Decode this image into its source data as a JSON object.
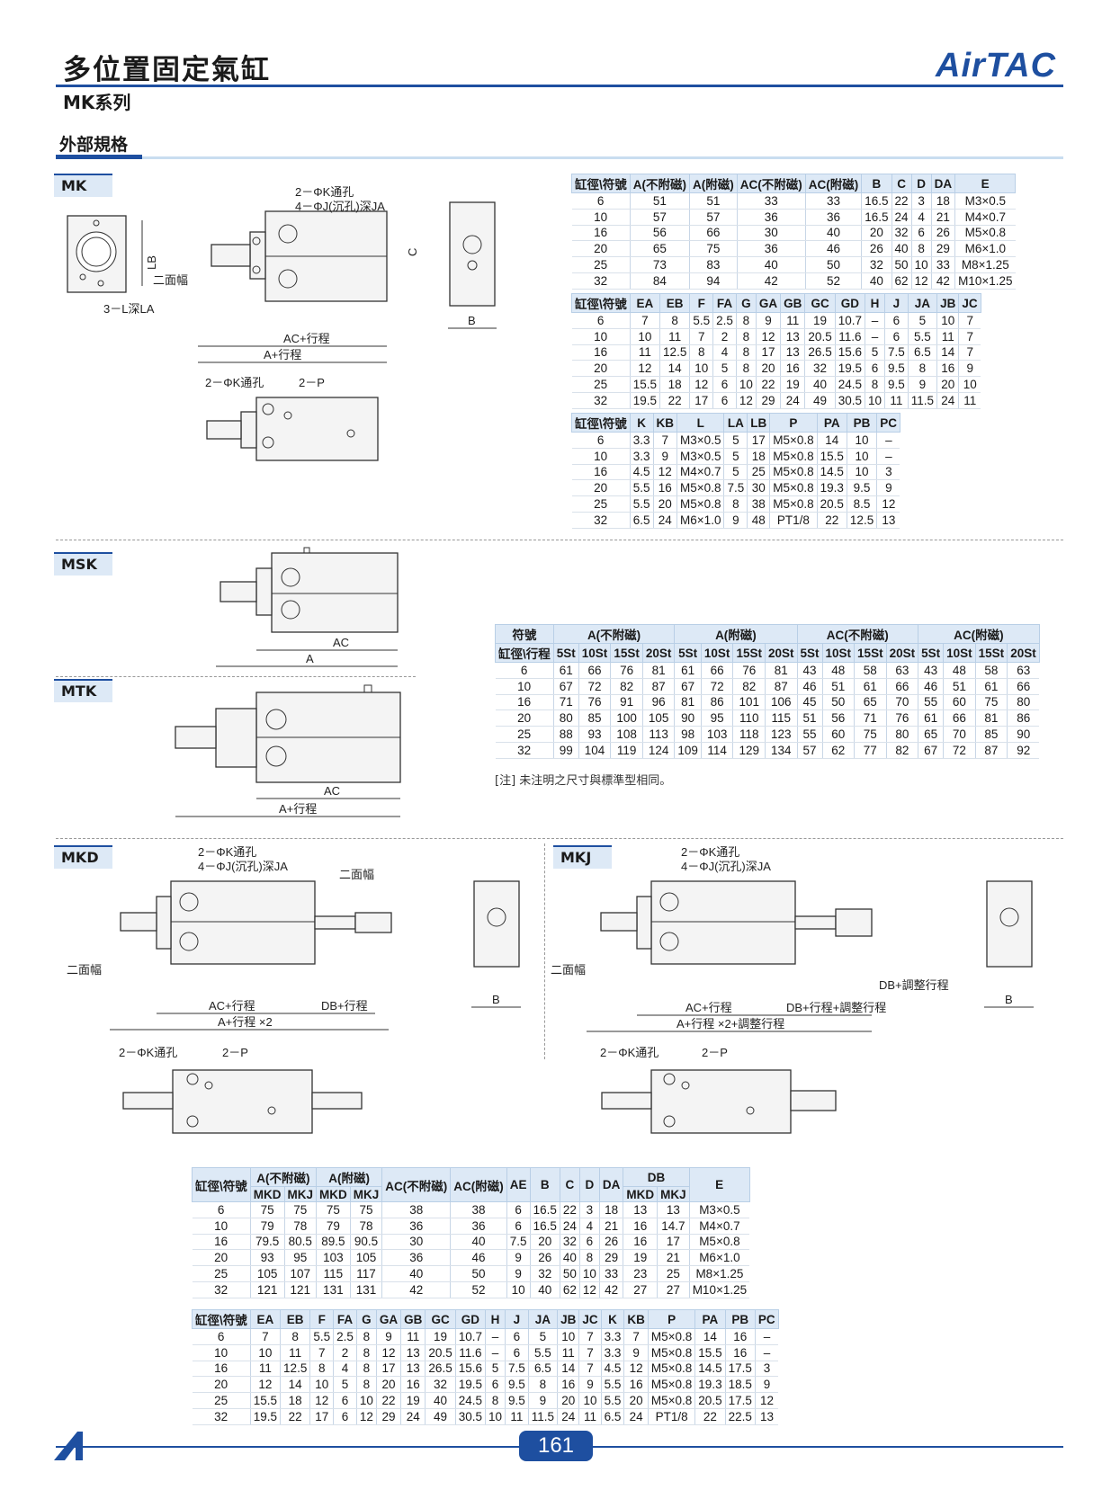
{
  "header": {
    "title": "多位置固定氣缸",
    "subtitle": "MK系列",
    "logo": "AirTAC",
    "section": "外部規格"
  },
  "tags": {
    "mk": "MK",
    "msk": "MSK",
    "mtk": "MTK",
    "mkd": "MKD",
    "mkj": "MKJ"
  },
  "labels": {
    "k_hole": "2－ΦK通孔",
    "j_hole": "4－ΦJ(沉孔)深JA",
    "l_depth": "3－L深LA",
    "two_face": "二面幅",
    "p_port": "2－P",
    "a_stroke": "A+行程",
    "ac_stroke": "AC+行程",
    "a_stroke2": "A+行程 ×2",
    "db_stroke": "DB+行程",
    "db_adjust": "DB+調整行程",
    "db_stroke_adjust": "DB+行程+調整行程",
    "a_stroke2_adjust": "A+行程 ×2+調整行程"
  },
  "table1": {
    "headers": [
      "缸徑\\符號",
      "A(不附磁)",
      "A(附磁)",
      "AC(不附磁)",
      "AC(附磁)",
      "B",
      "C",
      "D",
      "DA",
      "E"
    ],
    "rows": [
      [
        "6",
        "51",
        "51",
        "33",
        "33",
        "16.5",
        "22",
        "3",
        "18",
        "M3×0.5"
      ],
      [
        "10",
        "57",
        "57",
        "36",
        "36",
        "16.5",
        "24",
        "4",
        "21",
        "M4×0.7"
      ],
      [
        "16",
        "56",
        "66",
        "30",
        "40",
        "20",
        "32",
        "6",
        "26",
        "M5×0.8"
      ],
      [
        "20",
        "65",
        "75",
        "36",
        "46",
        "26",
        "40",
        "8",
        "29",
        "M6×1.0"
      ],
      [
        "25",
        "73",
        "83",
        "40",
        "50",
        "32",
        "50",
        "10",
        "33",
        "M8×1.25"
      ],
      [
        "32",
        "84",
        "94",
        "42",
        "52",
        "40",
        "62",
        "12",
        "42",
        "M10×1.25"
      ]
    ]
  },
  "table2": {
    "headers": [
      "缸徑\\符號",
      "EA",
      "EB",
      "F",
      "FA",
      "G",
      "GA",
      "GB",
      "GC",
      "GD",
      "H",
      "J",
      "JA",
      "JB",
      "JC"
    ],
    "rows": [
      [
        "6",
        "7",
        "8",
        "5.5",
        "2.5",
        "8",
        "9",
        "11",
        "19",
        "10.7",
        "–",
        "6",
        "5",
        "10",
        "7"
      ],
      [
        "10",
        "10",
        "11",
        "7",
        "2",
        "8",
        "12",
        "13",
        "20.5",
        "11.6",
        "–",
        "6",
        "5.5",
        "11",
        "7"
      ],
      [
        "16",
        "11",
        "12.5",
        "8",
        "4",
        "8",
        "17",
        "13",
        "26.5",
        "15.6",
        "5",
        "7.5",
        "6.5",
        "14",
        "7"
      ],
      [
        "20",
        "12",
        "14",
        "10",
        "5",
        "8",
        "20",
        "16",
        "32",
        "19.5",
        "6",
        "9.5",
        "8",
        "16",
        "9"
      ],
      [
        "25",
        "15.5",
        "18",
        "12",
        "6",
        "10",
        "22",
        "19",
        "40",
        "24.5",
        "8",
        "9.5",
        "9",
        "20",
        "10"
      ],
      [
        "32",
        "19.5",
        "22",
        "17",
        "6",
        "12",
        "29",
        "24",
        "49",
        "30.5",
        "10",
        "11",
        "11.5",
        "24",
        "11"
      ]
    ]
  },
  "table3": {
    "headers": [
      "缸徑\\符號",
      "K",
      "KB",
      "L",
      "LA",
      "LB",
      "P",
      "PA",
      "PB",
      "PC"
    ],
    "rows": [
      [
        "6",
        "3.3",
        "7",
        "M3×0.5",
        "5",
        "17",
        "M5×0.8",
        "14",
        "10",
        "–"
      ],
      [
        "10",
        "3.3",
        "9",
        "M3×0.5",
        "5",
        "18",
        "M5×0.8",
        "15.5",
        "10",
        "–"
      ],
      [
        "16",
        "4.5",
        "12",
        "M4×0.7",
        "5",
        "25",
        "M5×0.8",
        "14.5",
        "10",
        "3"
      ],
      [
        "20",
        "5.5",
        "16",
        "M5×0.8",
        "7.5",
        "30",
        "M5×0.8",
        "19.3",
        "9.5",
        "9"
      ],
      [
        "25",
        "5.5",
        "20",
        "M5×0.8",
        "8",
        "38",
        "M5×0.8",
        "20.5",
        "8.5",
        "12"
      ],
      [
        "32",
        "6.5",
        "24",
        "M6×1.0",
        "9",
        "48",
        "PT1/8",
        "22",
        "12.5",
        "13"
      ]
    ]
  },
  "table4": {
    "corner1": "符號",
    "corner2": "缸徑\\行程",
    "groups": [
      "A(不附磁)",
      "A(附磁)",
      "AC(不附磁)",
      "AC(附磁)"
    ],
    "strokes": [
      "5St",
      "10St",
      "15St",
      "20St"
    ],
    "rows": [
      [
        "6",
        "61",
        "66",
        "76",
        "81",
        "61",
        "66",
        "76",
        "81",
        "43",
        "48",
        "58",
        "63",
        "43",
        "48",
        "58",
        "63"
      ],
      [
        "10",
        "67",
        "72",
        "82",
        "87",
        "67",
        "72",
        "82",
        "87",
        "46",
        "51",
        "61",
        "66",
        "46",
        "51",
        "61",
        "66"
      ],
      [
        "16",
        "71",
        "76",
        "91",
        "96",
        "81",
        "86",
        "101",
        "106",
        "45",
        "50",
        "65",
        "70",
        "55",
        "60",
        "75",
        "80"
      ],
      [
        "20",
        "80",
        "85",
        "100",
        "105",
        "90",
        "95",
        "110",
        "115",
        "51",
        "56",
        "71",
        "76",
        "61",
        "66",
        "81",
        "86"
      ],
      [
        "25",
        "88",
        "93",
        "108",
        "113",
        "98",
        "103",
        "118",
        "123",
        "55",
        "60",
        "75",
        "80",
        "65",
        "70",
        "85",
        "90"
      ],
      [
        "32",
        "99",
        "104",
        "119",
        "124",
        "109",
        "114",
        "129",
        "134",
        "57",
        "62",
        "77",
        "82",
        "67",
        "72",
        "87",
        "92"
      ]
    ],
    "note": "[注] 未注明之尺寸與標準型相同。"
  },
  "table5": {
    "corner": "缸徑\\符號",
    "a_nomag": "A(不附磁)",
    "a_mag": "A(附磁)",
    "sub": [
      "MKD",
      "MKJ"
    ],
    "ac_nomag": "AC(不附磁)",
    "ac_mag": "AC(附磁)",
    "ae": "AE",
    "b": "B",
    "c": "C",
    "d": "D",
    "da": "DA",
    "db": "DB",
    "e": "E",
    "rows": [
      [
        "6",
        "75",
        "75",
        "75",
        "75",
        "38",
        "38",
        "6",
        "16.5",
        "22",
        "3",
        "18",
        "13",
        "13",
        "M3×0.5"
      ],
      [
        "10",
        "79",
        "78",
        "79",
        "78",
        "36",
        "36",
        "6",
        "16.5",
        "24",
        "4",
        "21",
        "16",
        "14.7",
        "M4×0.7"
      ],
      [
        "16",
        "79.5",
        "80.5",
        "89.5",
        "90.5",
        "30",
        "40",
        "7.5",
        "20",
        "32",
        "6",
        "26",
        "16",
        "17",
        "M5×0.8"
      ],
      [
        "20",
        "93",
        "95",
        "103",
        "105",
        "36",
        "46",
        "9",
        "26",
        "40",
        "8",
        "29",
        "19",
        "21",
        "M6×1.0"
      ],
      [
        "25",
        "105",
        "107",
        "115",
        "117",
        "40",
        "50",
        "9",
        "32",
        "50",
        "10",
        "33",
        "23",
        "25",
        "M8×1.25"
      ],
      [
        "32",
        "121",
        "121",
        "131",
        "131",
        "42",
        "52",
        "10",
        "40",
        "62",
        "12",
        "42",
        "27",
        "27",
        "M10×1.25"
      ]
    ]
  },
  "table6": {
    "headers": [
      "缸徑\\符號",
      "EA",
      "EB",
      "F",
      "FA",
      "G",
      "GA",
      "GB",
      "GC",
      "GD",
      "H",
      "J",
      "JA",
      "JB",
      "JC",
      "K",
      "KB",
      "P",
      "PA",
      "PB",
      "PC"
    ],
    "rows": [
      [
        "6",
        "7",
        "8",
        "5.5",
        "2.5",
        "8",
        "9",
        "11",
        "19",
        "10.7",
        "–",
        "6",
        "5",
        "10",
        "7",
        "3.3",
        "7",
        "M5×0.8",
        "14",
        "16",
        "–"
      ],
      [
        "10",
        "10",
        "11",
        "7",
        "2",
        "8",
        "12",
        "13",
        "20.5",
        "11.6",
        "–",
        "6",
        "5.5",
        "11",
        "7",
        "3.3",
        "9",
        "M5×0.8",
        "15.5",
        "16",
        "–"
      ],
      [
        "16",
        "11",
        "12.5",
        "8",
        "4",
        "8",
        "17",
        "13",
        "26.5",
        "15.6",
        "5",
        "7.5",
        "6.5",
        "14",
        "7",
        "4.5",
        "12",
        "M5×0.8",
        "14.5",
        "17.5",
        "3"
      ],
      [
        "20",
        "12",
        "14",
        "10",
        "5",
        "8",
        "20",
        "16",
        "32",
        "19.5",
        "6",
        "9.5",
        "8",
        "16",
        "9",
        "5.5",
        "16",
        "M5×0.8",
        "19.3",
        "18.5",
        "9"
      ],
      [
        "25",
        "15.5",
        "18",
        "12",
        "6",
        "10",
        "22",
        "19",
        "40",
        "24.5",
        "8",
        "9.5",
        "9",
        "20",
        "10",
        "5.5",
        "20",
        "M5×0.8",
        "20.5",
        "17.5",
        "12"
      ],
      [
        "32",
        "19.5",
        "22",
        "17",
        "6",
        "12",
        "29",
        "24",
        "49",
        "30.5",
        "10",
        "11",
        "11.5",
        "24",
        "11",
        "6.5",
        "24",
        "PT1/8",
        "22",
        "22.5",
        "13"
      ]
    ]
  },
  "footer": {
    "page": "161"
  }
}
